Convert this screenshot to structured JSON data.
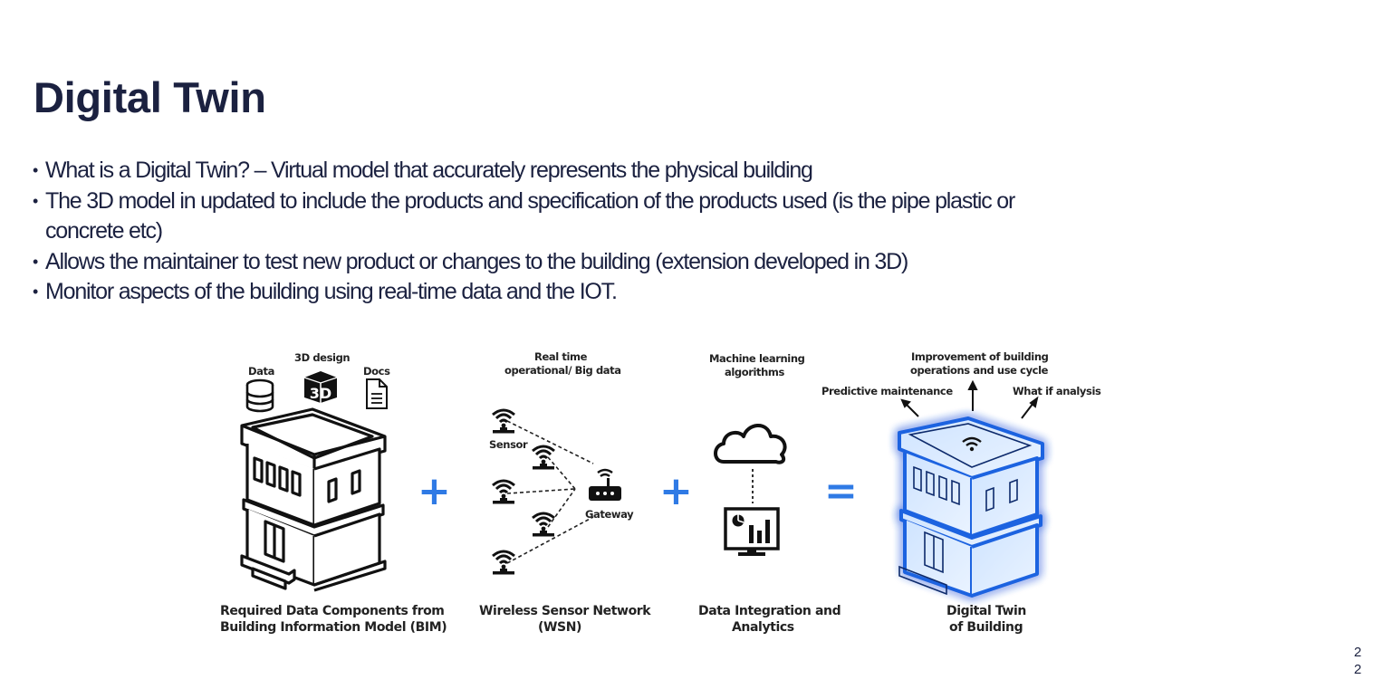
{
  "slide": {
    "title": "Digital Twin",
    "bullets": [
      "What is a Digital Twin? – Virtual model that accurately represents the physical building",
      "The 3D model in updated to include the products and specification of the products used (is the pipe plastic or concrete etc)",
      "Allows the maintainer to test new product or changes to the building (extension developed in 3D)",
      "Monitor aspects of the building using real-time data and the IOT."
    ],
    "bullet_glyph": "•",
    "page_number": [
      "2",
      "2"
    ]
  },
  "diagram": {
    "accent_color": "#2f7ae5",
    "glow_color": "#1e6ff0",
    "operators": {
      "plus1": "+",
      "plus2": "+",
      "equals": "="
    },
    "bim": {
      "label_data": "Data",
      "label_3d": "3D design",
      "label_docs": "Docs",
      "icon_3d_text": "3D",
      "caption_line1": "Required Data Components from",
      "caption_line2": "Building Information Model (BIM)"
    },
    "wsn": {
      "heading_line1": "Real time",
      "heading_line2": "operational/ Big data",
      "sensor_label": "Sensor",
      "gateway_label": "Gateway",
      "caption_line1": "Wireless Sensor Network",
      "caption_line2": "(WSN)"
    },
    "analytics": {
      "heading_line1": "Machine learning",
      "heading_line2": "algorithms",
      "caption_line1": "Data Integration and",
      "caption_line2": "Analytics"
    },
    "twin": {
      "heading_line1": "Improvement of building",
      "heading_line2": "operations and use cycle",
      "left_label": "Predictive maintenance",
      "right_label": "What if analysis",
      "caption_line1": "Digital Twin",
      "caption_line2": "of Building"
    }
  }
}
